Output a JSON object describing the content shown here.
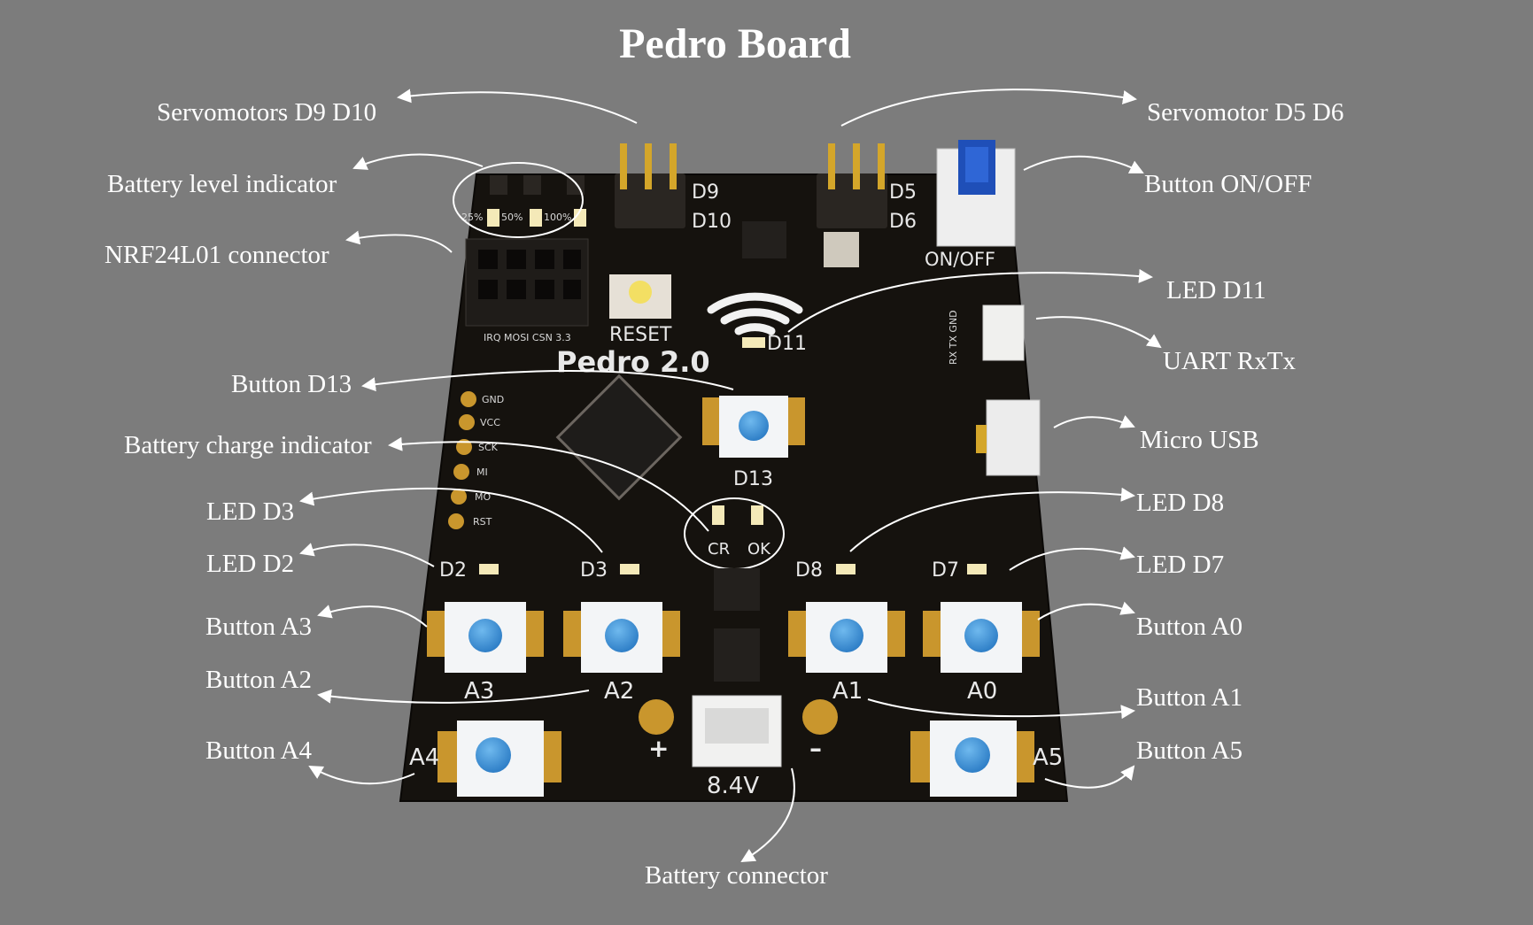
{
  "title": "Pedro Board",
  "callouts_left": [
    "Servomotors D9 D10",
    "Battery level indicator",
    "NRF24L01 connector",
    "Button D13",
    "Battery charge indicator",
    "LED D3",
    "LED D2",
    "Button A3",
    "Button A2",
    "Button A4"
  ],
  "callouts_right": [
    "Servomotor D5 D6",
    "Button ON/OFF",
    "LED D11",
    "UART RxTx",
    "Micro USB",
    "LED D8",
    "LED D7",
    "Button A0",
    "Button A1",
    "Button A5"
  ],
  "callout_bottom": "Battery connector",
  "board": {
    "brand": "Pedro 2.0",
    "reset": "RESET",
    "on_off": "ON/OFF",
    "voltage": "8.4V",
    "plus": "+",
    "minus": "–",
    "pin_d9": "D9",
    "pin_d10": "D10",
    "pin_d5": "D5",
    "pin_d6": "D6",
    "led_d11": "D11",
    "btn_d13": "D13",
    "led_d2": "D2",
    "led_d3": "D3",
    "led_d8": "D8",
    "led_d7": "D7",
    "btn_a0": "A0",
    "btn_a1": "A1",
    "btn_a2": "A2",
    "btn_a3": "A3",
    "btn_a4": "A4",
    "btn_a5": "A5",
    "cr": "CR",
    "ok": "OK",
    "bat_25": "25%",
    "bat_50": "50%",
    "bat_100": "100%",
    "nrf_pins": "IRQ  MOSI  CSN  3.3",
    "left_pins": [
      "GND",
      "VCC",
      "SCK",
      "MI",
      "MO",
      "RST"
    ],
    "uart_pins": "RX  TX  GND"
  },
  "colors": {
    "background": "#7c7c7c",
    "pcb": "#15120e",
    "button_cap": "#3f97dd",
    "header_pin": "#d4a62a",
    "pad": "#c9962d"
  }
}
